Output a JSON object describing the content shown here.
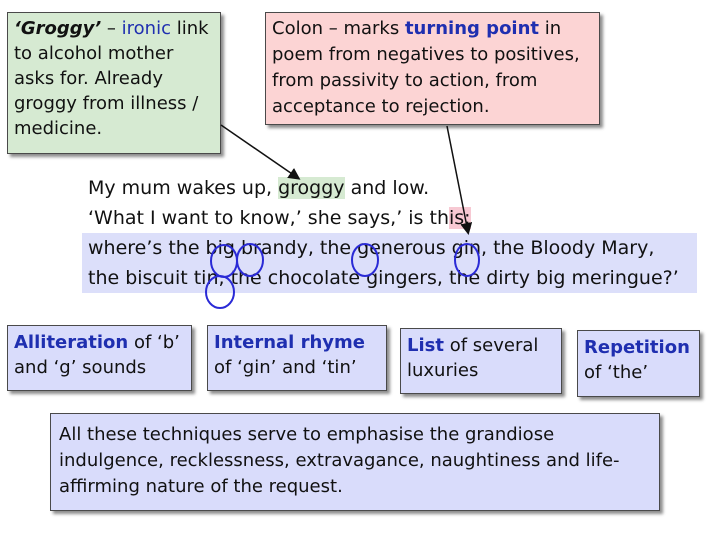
{
  "notes": {
    "groggy": {
      "quote": "‘Groggy’",
      "dash": " – ",
      "accent": "ironic",
      "rest": " link to alcohol mother asks for. Already groggy from illness / medicine."
    },
    "colon": {
      "pre": "Colon – marks ",
      "accent": "turning point",
      "rest": " in poem from negatives to positives, from passivity to action, from acceptance to rejection."
    }
  },
  "poem": {
    "line1": {
      "a": "My mum wakes up, ",
      "groggy": "groggy",
      "b": " and low."
    },
    "line2": {
      "a": "‘What I want to know,’ she says,’ is th",
      "colon_word": "is:"
    },
    "line3": "where’s the big brandy, the generous gin, the Bloody Mary,",
    "line4": "the biscuit tin, the chocolate gingers, the dirty big meringue?’"
  },
  "techniques": [
    {
      "accent": "Alliteration",
      "rest": " of ‘b’ and ‘g’ sounds"
    },
    {
      "accent": "Internal rhyme",
      "rest": " of ‘gin’ and ‘tin’"
    },
    {
      "accent": "List",
      "rest": " of several luxuries"
    },
    {
      "accent": "Repetition",
      "rest": " of ‘the’"
    }
  ],
  "summary": "All these techniques serve to emphasise the grandiose indulgence, recklessness, extravagance, naughtiness and life-affirming nature of the request.",
  "colors": {
    "accent": "#1f2fb0",
    "green_box": "#d6ead2",
    "pink_box": "#fcd4d4",
    "lavender_box": "#d9dcfb",
    "poem_band": "#dcdffa",
    "circle": "#2a2ad6",
    "circle_red": "#d23a3a"
  }
}
